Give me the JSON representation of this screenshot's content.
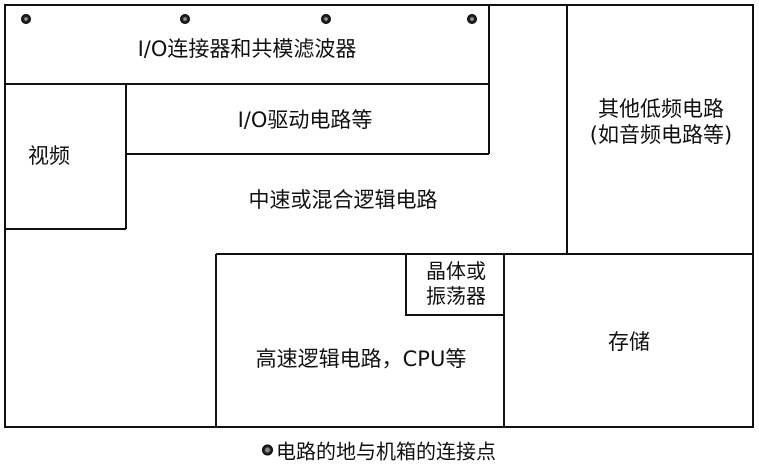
{
  "blocks": {
    "io_connector": "I/O连接器和共模滤波器",
    "io_driver": "I/O驱动电路等",
    "video": "视频",
    "other_lowfreq_line1": "其他低频电路",
    "other_lowfreq_line2": "(如音频电路等)",
    "midspeed": "中速或混合逻辑电路",
    "crystal_line1": "晶体或",
    "crystal_line2": "振荡器",
    "highspeed": "高速逻辑电路，CPU等",
    "storage": "存储"
  },
  "legend": {
    "text": "电路的地与机箱的连接点"
  }
}
